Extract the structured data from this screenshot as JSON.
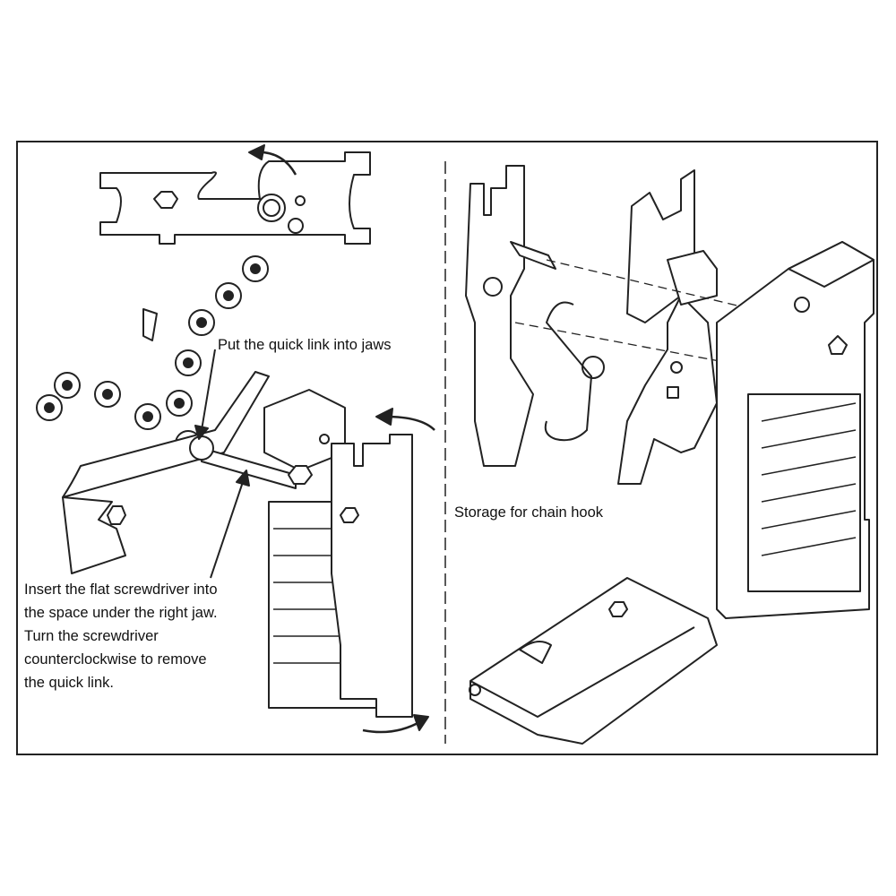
{
  "labels": {
    "quick_link": "Put the quick link into jaws",
    "storage": "Storage for chain hook",
    "instructions": [
      "Insert the flat screwdriver into",
      "the space under the right jaw.",
      "Turn the screwdriver",
      "counterclockwise to remove",
      "the quick link."
    ]
  }
}
